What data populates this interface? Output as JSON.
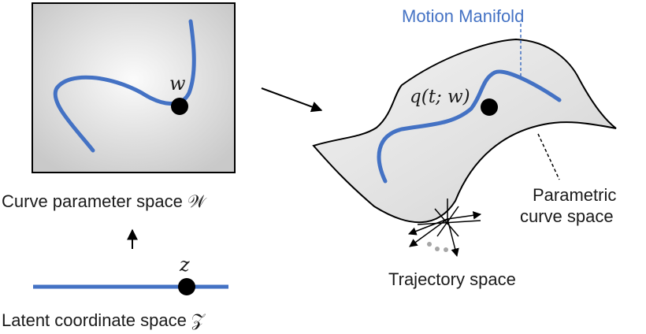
{
  "labels": {
    "point_w": "w",
    "curve_param_space": "Curve parameter space 𝒲",
    "point_z": "z",
    "latent_space": "Latent coordinate space 𝒵",
    "manifold_point": "q(t; w)",
    "motion_manifold": "Motion Manifold",
    "parametric_line1": "Parametric",
    "parametric_line2": "curve space",
    "trajectory_space": "Trajectory space"
  },
  "colors": {
    "curve": "#4472c4",
    "box_fill": "#d9d9d9",
    "surface_fill": "#dcdcdc",
    "point": "#000000",
    "dots": "#a6a6a6"
  }
}
